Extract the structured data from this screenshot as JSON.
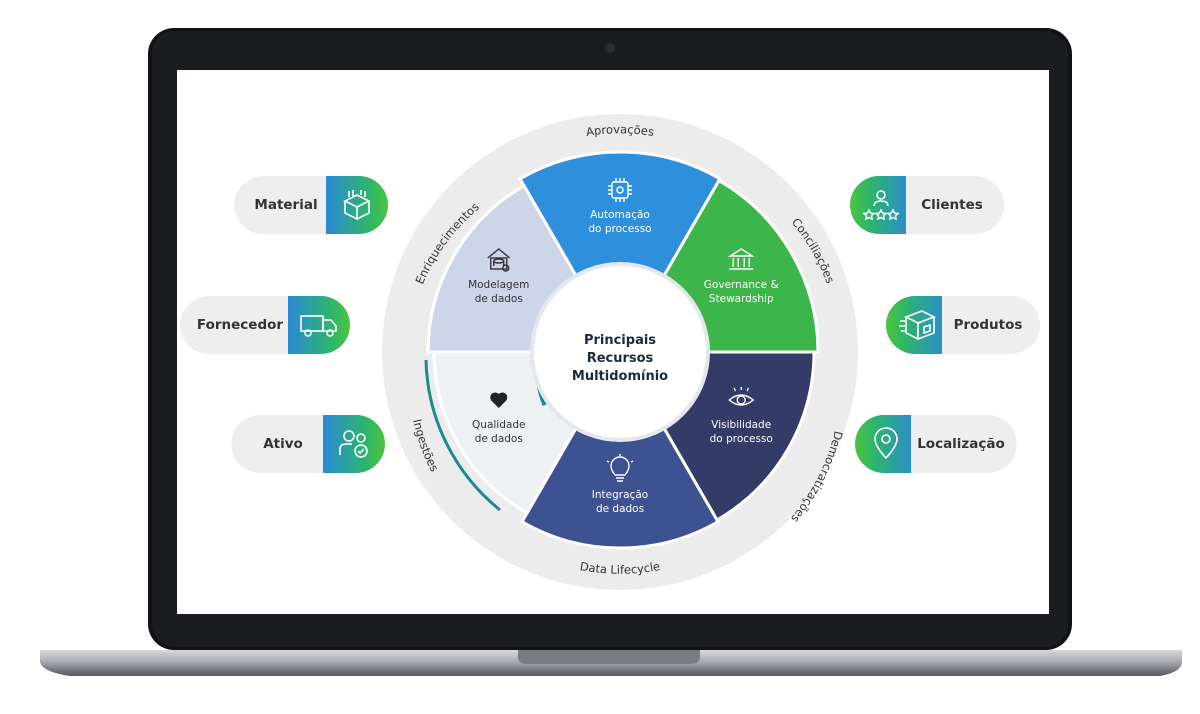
{
  "center": {
    "line1": "Principais",
    "line2": "Recursos",
    "line3": "Multidomínio"
  },
  "ring_labels": {
    "top": "Aprovações",
    "upper_left": "Enriquecimentos",
    "upper_right": "Conciliações",
    "lower_left": "Ingestões",
    "lower_right": "Democratizações",
    "bottom": "Data Lifecycle"
  },
  "segments": [
    {
      "l1": "Automação",
      "l2": "do processo",
      "icon": "gear-chip-icon",
      "color": "#2e8fdc"
    },
    {
      "l1": "Governance &",
      "l2": "Stewardship",
      "icon": "bank-icon",
      "color": "#3cb54a"
    },
    {
      "l1": "Visibilidade",
      "l2": "do processo",
      "icon": "eye-icon",
      "color": "#343b66"
    },
    {
      "l1": "Integração",
      "l2": "de dados",
      "icon": "lightbulb-icon",
      "color": "#3e5291"
    },
    {
      "l1": "Qualidade",
      "l2": "de dados",
      "icon": "heart-icon",
      "color": "#eef1f4"
    },
    {
      "l1": "Modelagem",
      "l2": "de dados",
      "icon": "database-house-icon",
      "color": "#cdd6e8"
    }
  ],
  "left_pills": [
    {
      "label": "Material",
      "icon": "box-icon"
    },
    {
      "label": "Fornecedor",
      "icon": "truck-icon"
    },
    {
      "label": "Ativo",
      "icon": "users-check-icon"
    }
  ],
  "right_pills": [
    {
      "label": "Clientes",
      "icon": "customer-rating-icon"
    },
    {
      "label": "Produtos",
      "icon": "package-icon"
    },
    {
      "label": "Localização",
      "icon": "location-pin-icon"
    }
  ]
}
